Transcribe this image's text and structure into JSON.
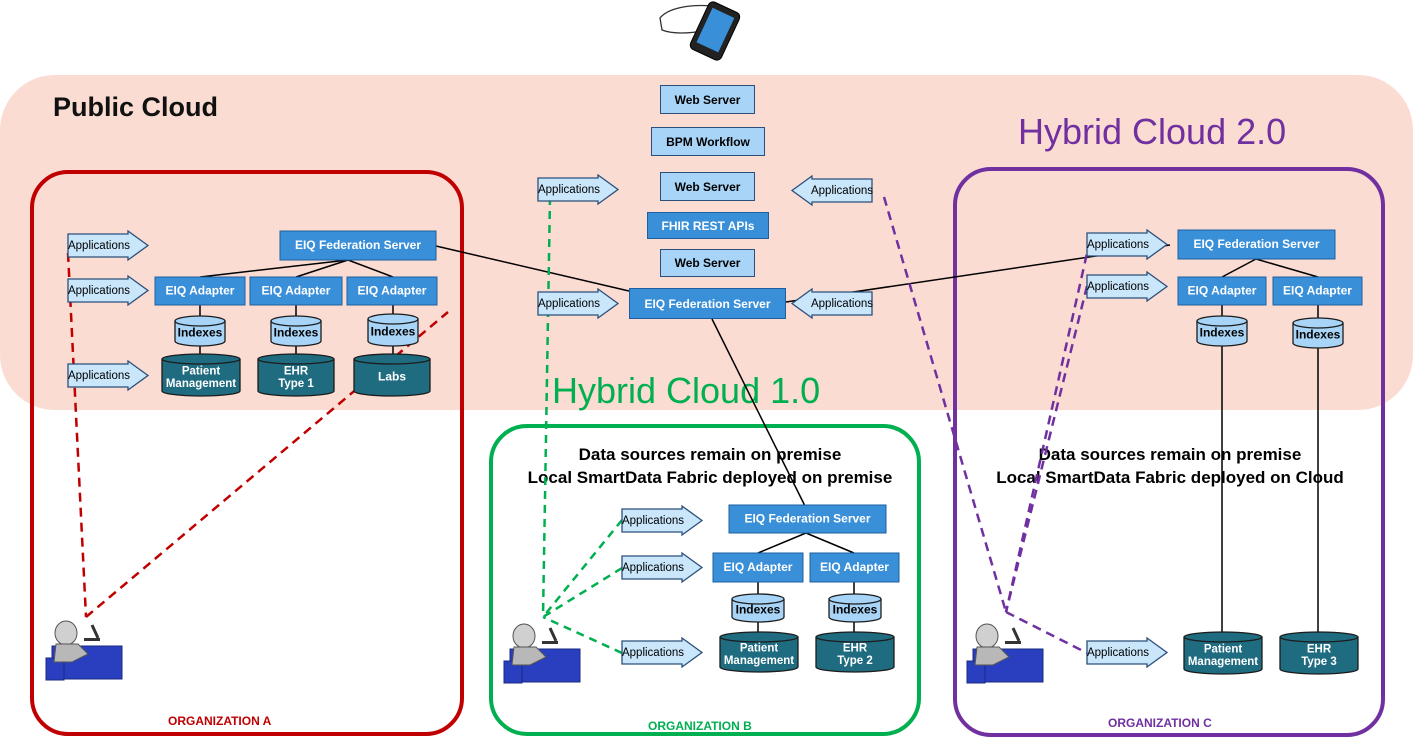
{
  "labels": {
    "public_cloud": "Public Cloud",
    "hybrid_2": "Hybrid Cloud 2.0",
    "hybrid_1": "Hybrid Cloud 1.0",
    "note_b_line1": "Data sources remain on premise",
    "note_b_line2": "Local SmartData Fabric deployed on premise",
    "note_c_line1": "Data sources remain on premise",
    "note_c_line2": "Local SmartData Fabric deployed on Cloud",
    "org_a": "ORGANIZATION A",
    "org_b": "ORGANIZATION B",
    "org_c": "ORGANIZATION C"
  },
  "center_stack": {
    "web_server_1": "Web Server",
    "bpm": "BPM Workflow",
    "web_server_2": "Web Server",
    "fhir": "FHIR REST APIs",
    "web_server_3": "Web Server",
    "fed_server": "EIQ Federation Server"
  },
  "components": {
    "applications": "Applications",
    "fed_server": "EIQ Federation Server",
    "adapter": "EIQ Adapter",
    "indexes": "Indexes"
  },
  "datastores": {
    "a1": [
      "Patient",
      "Management"
    ],
    "a2": [
      "EHR",
      "Type 1"
    ],
    "a3": [
      "Labs"
    ],
    "b1": [
      "Patient",
      "Management"
    ],
    "b2": [
      "EHR",
      "Type 2"
    ],
    "c1": [
      "Patient",
      "Management"
    ],
    "c2": [
      "EHR",
      "Type 3"
    ]
  },
  "colors": {
    "org_a": "#c00000",
    "org_b": "#00b050",
    "org_c": "#7030a0",
    "cloud_fill": "#fbdcd3",
    "component_blue": "#3a8fd9",
    "server_light": "#a8d5f7",
    "store_fill": "#1f6b80",
    "index_fill": "#a8d5f7"
  },
  "icons": [
    "smartphone-hand-icon",
    "user-at-computer-icon"
  ]
}
